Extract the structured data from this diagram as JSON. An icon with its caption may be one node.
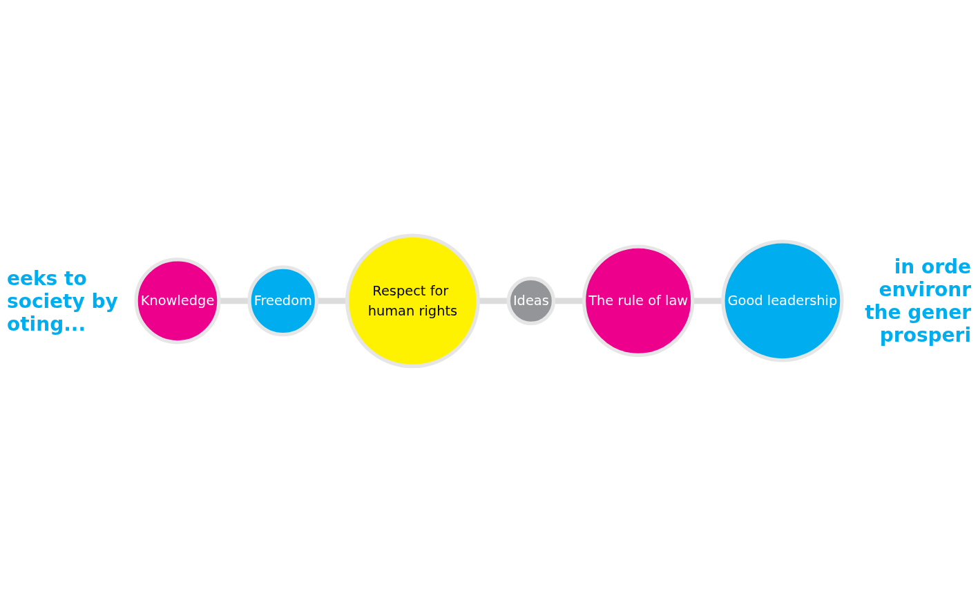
{
  "diagram": {
    "nodes": [
      {
        "text": [
          "Knowledge"
        ]
      },
      {
        "text": [
          "Freedom"
        ]
      },
      {
        "text": [
          "Respect for human rights"
        ]
      },
      {
        "text": [
          "Ideas"
        ]
      },
      {
        "text": [
          "The rule of law"
        ]
      },
      {
        "text": [
          "Good leadership"
        ]
      }
    ],
    "edges": [
      {
        "from": 0,
        "to": 1,
        "arrow": "none"
      },
      {
        "from": 1,
        "to": 2,
        "arrow": "none"
      },
      {
        "from": 2,
        "to": 3,
        "arrow": "none"
      },
      {
        "from": 3,
        "to": 4,
        "arrow": "none"
      },
      {
        "from": 4,
        "to": 5,
        "arrow": "none"
      }
    ],
    "labels": [
      "eeks to society by oting...",
      "in orde environr the gener prosperi"
    ]
  }
}
